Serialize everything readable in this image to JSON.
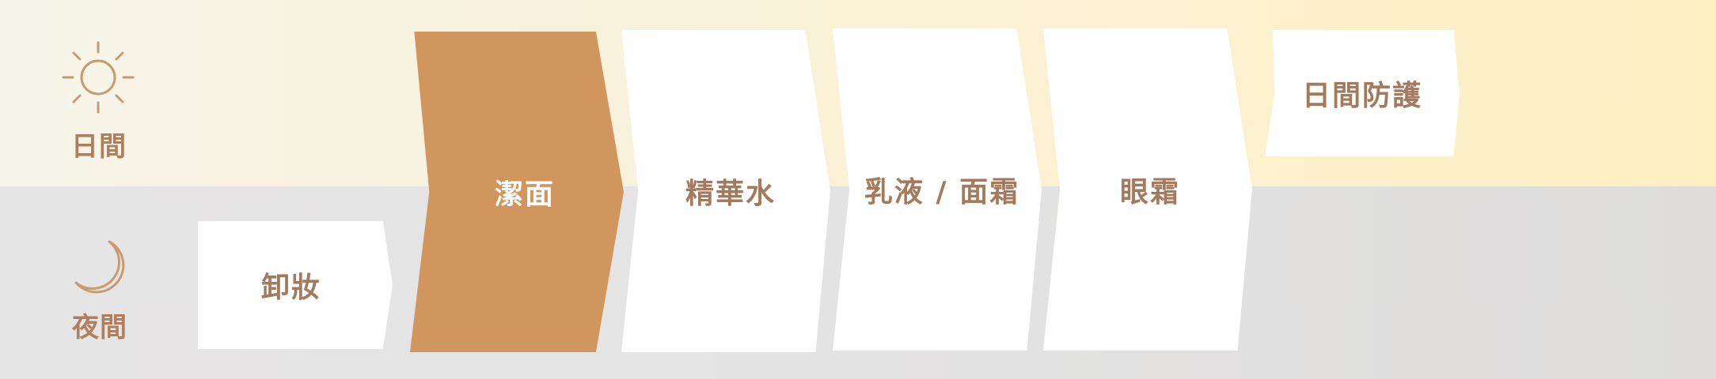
{
  "periods": {
    "day": {
      "label": "日間",
      "icon": "sun-icon"
    },
    "night": {
      "label": "夜間",
      "icon": "moon-icon"
    }
  },
  "steps": {
    "makeup_removal": "卸妝",
    "cleansing": "潔面",
    "essence": "精華水",
    "lotion_cream": "乳液 / 面霜",
    "eye_cream": "眼霜",
    "sun_protection": "日間防護"
  },
  "colors": {
    "active_step": "#d0965d",
    "step_text": "#a47a5d",
    "label_text": "#b07e5b",
    "day_band": "#fcf1cf",
    "night_band": "#e4e3e3"
  },
  "active_step": "cleansing"
}
